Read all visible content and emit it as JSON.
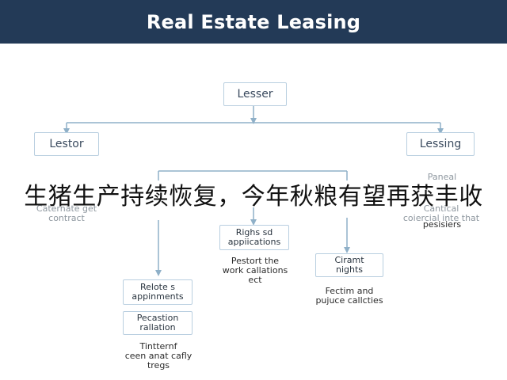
{
  "header": {
    "title": "Real Estate Leasing"
  },
  "nodes": {
    "lesser": "Lesser",
    "lestor": "Lestor",
    "lessing": "Lessing",
    "rights_applications": "Righs sd\nappiications",
    "caram_nights": "Ciramt\nnights",
    "relate_appiments": "Relote s\nappinments",
    "pecastion_rallation": "Pecastion\nrallation"
  },
  "notes": {
    "lestor_faded": "Caternate get\ncontract",
    "lessing_faded_top": "Paneal",
    "lessing_faded": "Cantical\ncoiercial inte that",
    "lessing_dark": "pesisiers",
    "pestort": "Pestort the\nwork callations\nect",
    "fection": "Fectim and\npujuce callcties",
    "tinternf": "Tintternf\nceen anat cafly\ntregs"
  },
  "overlay": {
    "banner": "生猪生产持续恢复，今年秋粮有望再获丰收"
  },
  "colors": {
    "header_bg": "#233a57",
    "connector": "#8fb0c8",
    "node_border": "#b9cfe0"
  }
}
